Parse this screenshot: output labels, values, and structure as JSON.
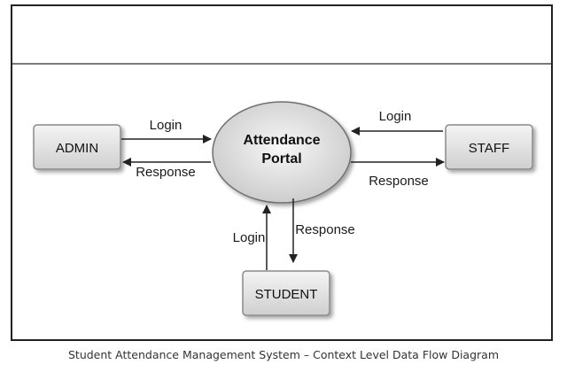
{
  "diagram": {
    "process": {
      "line1": "Attendance",
      "line2": "Portal"
    },
    "entities": {
      "admin": "ADMIN",
      "staff": "STAFF",
      "student": "STUDENT"
    },
    "flows": {
      "admin_login": "Login",
      "admin_response": "Response",
      "staff_login": "Login",
      "staff_response": "Response",
      "student_login": "Login",
      "student_response": "Response"
    }
  },
  "caption": "Student Attendance Management System – Context Level Data Flow Diagram"
}
